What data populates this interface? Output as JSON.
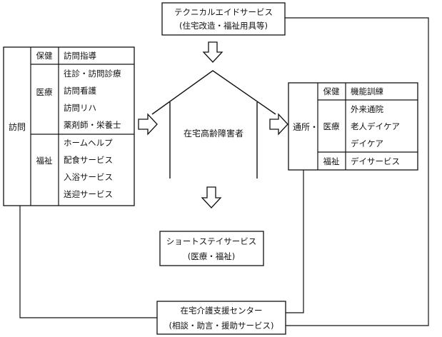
{
  "technical_aid": {
    "title": "テクニカルエイドサービス",
    "subtitle": "(住宅改造・福祉用具等)"
  },
  "home_visit": {
    "label": "訪問",
    "groups": [
      {
        "category": "保健",
        "items": [
          "訪問指導"
        ]
      },
      {
        "category": "医療",
        "items": [
          "往診・訪問診療",
          "訪問看護",
          "訪問リハ",
          "薬剤師・栄養士"
        ]
      },
      {
        "category": "福祉",
        "items": [
          "ホームヘルプ",
          "配食サービス",
          "入浴サービス",
          "送迎サービス"
        ]
      }
    ]
  },
  "center": {
    "label": "在宅高齢障害者"
  },
  "day_services": {
    "label": "通所・",
    "groups": [
      {
        "category": "保健",
        "items": [
          "機能訓練"
        ]
      },
      {
        "category": "医療",
        "items": [
          "外来通院",
          "老人デイケア",
          "デイケア"
        ]
      },
      {
        "category": "福祉",
        "items": [
          "デイサービス"
        ]
      }
    ]
  },
  "short_stay": {
    "title": "ショートステイサービス",
    "subtitle": "(医療・福祉)"
  },
  "support_center": {
    "title": "在宅介護支援センター",
    "subtitle": "(相談・助言・援助サービス)"
  }
}
